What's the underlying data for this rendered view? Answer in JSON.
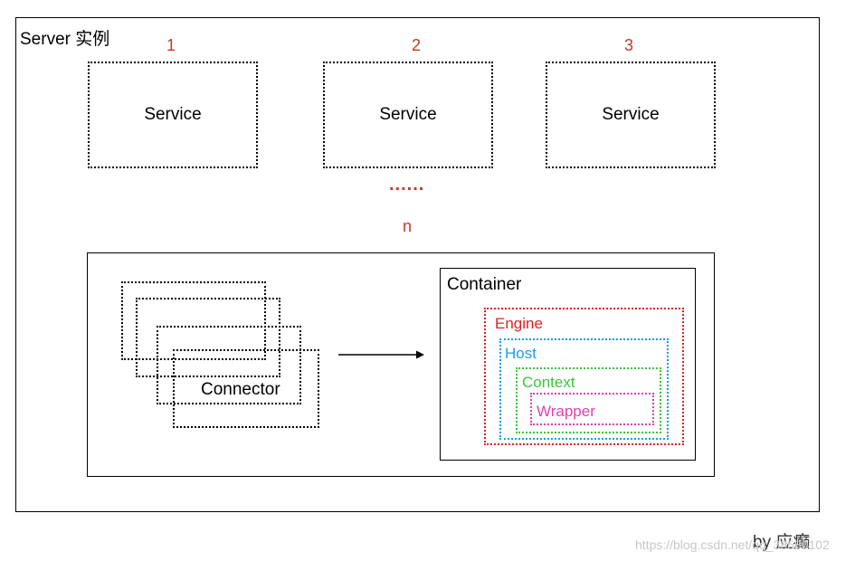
{
  "server": {
    "title": "Server 实例"
  },
  "services": [
    {
      "number": "1",
      "label": "Service"
    },
    {
      "number": "2",
      "label": "Service"
    },
    {
      "number": "3",
      "label": "Service"
    }
  ],
  "more": {
    "dots": "......",
    "n": "n"
  },
  "connector": {
    "label": "Connector"
  },
  "container": {
    "label": "Container",
    "engine": "Engine",
    "host": "Host",
    "context": "Context",
    "wrapper": "Wrapper"
  },
  "credit": "by 应癫",
  "watermark": "https://blog.csdn.net/qq_38580102",
  "colors": {
    "number_red": "#c0392b",
    "engine": "#e02020",
    "host": "#1e9be6",
    "context": "#3cc33c",
    "wrapper": "#e040b0"
  }
}
